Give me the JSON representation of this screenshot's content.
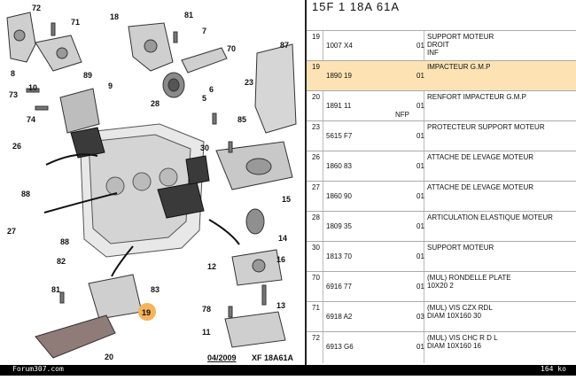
{
  "diagram": {
    "callouts": [
      "72",
      "71",
      "18",
      "81",
      "7",
      "70",
      "87",
      "8",
      "89",
      "10",
      "73",
      "9",
      "74",
      "28",
      "6",
      "23",
      "5",
      "85",
      "26",
      "30",
      "88",
      "27",
      "88",
      "82",
      "83",
      "81",
      "19",
      "20",
      "78",
      "11",
      "12",
      "13",
      "14",
      "15",
      "16"
    ],
    "date_label": "04/2009",
    "ref_label": "XF 18A61A"
  },
  "parts_list": {
    "title": "15F  1  18A 61A",
    "rows": [
      {
        "num": "19",
        "ref": "1007 X4",
        "qty": "01",
        "desc": [
          "SUPPORT MOTEUR",
          "DROIT",
          "INF"
        ],
        "highlight": false,
        "extra": ""
      },
      {
        "num": "19",
        "ref": "1890 19",
        "qty": "01",
        "desc": [
          "IMPACTEUR G.M.P"
        ],
        "highlight": true,
        "extra": ""
      },
      {
        "num": "20",
        "ref": "1891 11",
        "qty": "01",
        "desc": [
          "RENFORT IMPACTEUR G.M.P"
        ],
        "highlight": false,
        "extra": "NFP"
      },
      {
        "num": "23",
        "ref": "5615 F7",
        "qty": "01",
        "desc": [
          "PROTECTEUR SUPPORT MOTEUR"
        ],
        "highlight": false,
        "extra": ""
      },
      {
        "num": "26",
        "ref": "1860 83",
        "qty": "01",
        "desc": [
          "ATTACHE DE LEVAGE MOTEUR"
        ],
        "highlight": false,
        "extra": ""
      },
      {
        "num": "27",
        "ref": "1860 90",
        "qty": "01",
        "desc": [
          "ATTACHE DE LEVAGE MOTEUR"
        ],
        "highlight": false,
        "extra": ""
      },
      {
        "num": "28",
        "ref": "1809 35",
        "qty": "01",
        "desc": [
          "ARTICULATION ELASTIQUE MOTEUR"
        ],
        "highlight": false,
        "extra": ""
      },
      {
        "num": "30",
        "ref": "1813 70",
        "qty": "01",
        "desc": [
          "SUPPORT MOTEUR"
        ],
        "highlight": false,
        "extra": ""
      },
      {
        "num": "70",
        "ref": "6916 77",
        "qty": "01",
        "desc": [
          "(MUL) RONDELLE PLATE",
          "10X20 2"
        ],
        "highlight": false,
        "extra": ""
      },
      {
        "num": "71",
        "ref": "6918 A2",
        "qty": "03",
        "desc": [
          "(MUL) VIS CZX RDL",
          "DIAM 10X160 30"
        ],
        "highlight": false,
        "extra": ""
      },
      {
        "num": "72",
        "ref": "6913 G6",
        "qty": "01",
        "desc": [
          "(MUL) VIS CHC R D L",
          "DIAM 10X160 16"
        ],
        "highlight": false,
        "extra": ""
      }
    ]
  },
  "bottom_bar": {
    "left": "Forum307.com",
    "right": "164 ko"
  }
}
